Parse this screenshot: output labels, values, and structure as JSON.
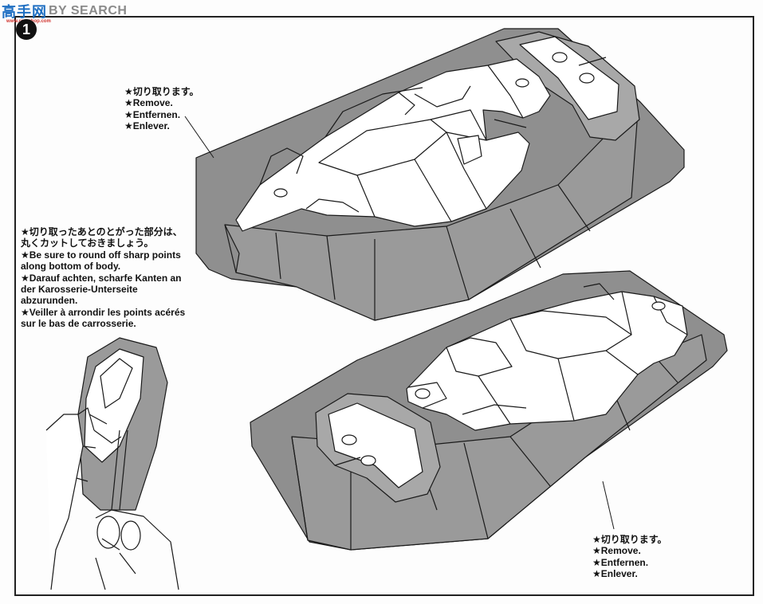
{
  "watermark": {
    "logo": "高手网",
    "text": "BY SEARCH",
    "url": "www.cmcshop.com"
  },
  "step_number": "1",
  "notes": {
    "top": [
      "★切り取ります。",
      "★Remove.",
      "★Entfernen.",
      "★Enlever."
    ],
    "middle": [
      "★切り取ったあとのとがった部分は、",
      "丸くカットしておきましょう。",
      "★Be sure to round off sharp points",
      "along bottom of body.",
      "★Darauf achten, scharfe Kanten an",
      "der Karosserie-Unterseite",
      "abzurunden.",
      "★Veiller à arrondir les points acérés",
      "sur le bas de carrosserie."
    ],
    "bottom": [
      "★切り取ります。",
      "★Remove.",
      "★Entfernen.",
      "★Enlever."
    ]
  },
  "colors": {
    "plate_gray": "#8f8f8f",
    "plate_gray_dark": "#7a7a7a",
    "body_white": "#ffffff",
    "line": "#1a1a1a"
  }
}
